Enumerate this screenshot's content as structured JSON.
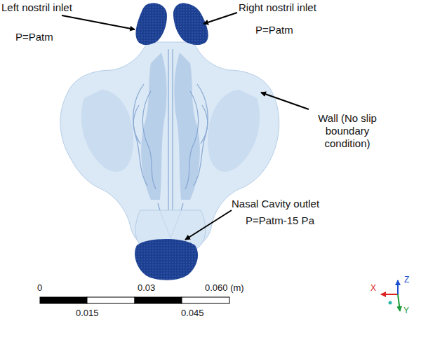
{
  "diagram": {
    "labels": [
      "Left nostril inlet",
      "P=Patm",
      "Right nostril inlet",
      "P=Patm",
      "Wall (No slip boundary condition)",
      "Nasal Cavity outlet",
      "P=Patm-15 Pa",
      "0",
      "0.03",
      "0.060 (m)",
      "0.015",
      "0.045",
      "X",
      "Z",
      "Y"
    ]
  }
}
